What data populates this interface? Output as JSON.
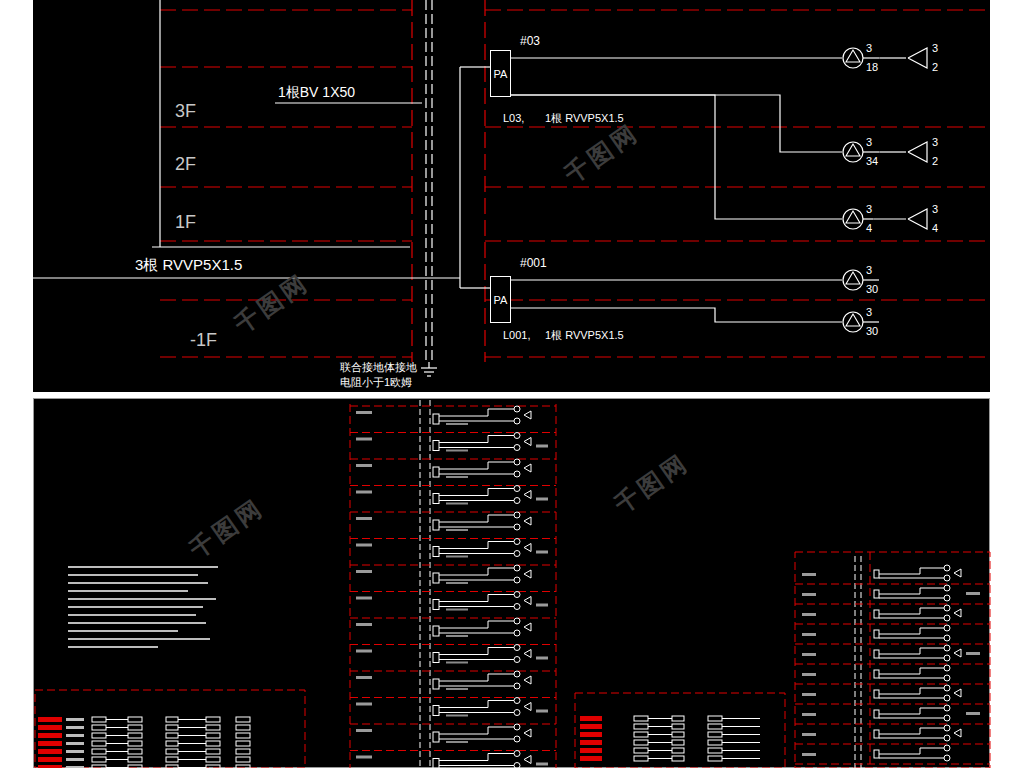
{
  "diagram": {
    "nodes": [
      {
        "text": [
          "PA"
        ]
      },
      {
        "text": [
          "3",
          "18"
        ]
      },
      {
        "text": [
          "3",
          "2"
        ]
      },
      {
        "text": [
          "3",
          "34"
        ]
      },
      {
        "text": [
          "3",
          "2"
        ]
      },
      {
        "text": [
          "3",
          "4"
        ]
      },
      {
        "text": [
          "3",
          "4"
        ]
      },
      {
        "text": [
          "PA"
        ]
      },
      {
        "text": [
          "3",
          "30"
        ]
      },
      {
        "text": [
          "3",
          "30"
        ]
      }
    ],
    "edges": [
      {
        "from": 0,
        "to": 1,
        "arrow": "none"
      },
      {
        "from": 1,
        "to": 2,
        "arrow": "none"
      },
      {
        "from": 0,
        "to": 3,
        "arrow": "none"
      },
      {
        "from": 3,
        "to": 4,
        "arrow": "none"
      },
      {
        "from": 0,
        "to": 5,
        "arrow": "none"
      },
      {
        "from": 5,
        "to": 6,
        "arrow": "none"
      },
      {
        "from": 7,
        "to": 8,
        "arrow": "none"
      },
      {
        "from": 7,
        "to": 9,
        "arrow": "none"
      }
    ],
    "labels": [
      "#03",
      "L03,",
      "1根 RVVP5X1.5",
      "#001",
      "L001,",
      "1根 RVVP5X1.5",
      "3F",
      "2F",
      "1F",
      "-1F",
      "1根BV 1X50",
      "3根 RVVP5X1.5",
      "联合接地体接地",
      "电阻小于1欧姆",
      "千图网",
      "千图网",
      "千图网",
      "千图网"
    ]
  }
}
